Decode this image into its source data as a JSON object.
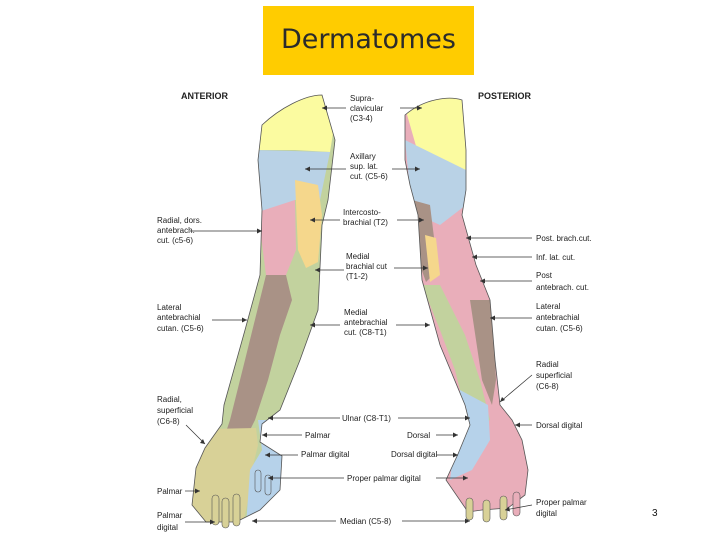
{
  "title": "Dermatomes",
  "page_number": "3",
  "headers": {
    "anterior": "ANTERIOR",
    "posterior": "POSTERIOR"
  },
  "colors": {
    "title_bg": "#FFCC00",
    "supraclavicular": "#FBFBA0",
    "axillary": "#B9D2E6",
    "intercostobrachial": "#F5D78C",
    "medial": "#C2D29E",
    "lateral": "#A99286",
    "posterior_pink": "#E9AEBA",
    "median": "#D8D197",
    "ulnar": "#B6D2EA"
  },
  "labels": {
    "supraclavicular": [
      "Supra-",
      "clavicular",
      "(C3-4)"
    ],
    "axillary": [
      "Axillary",
      "sup. lat.",
      "cut. (C5-6)"
    ],
    "intercostobrachial": [
      "Intercosto-",
      "brachial (T2)"
    ],
    "medial_brachial": [
      "Medial",
      "brachial cut",
      "(T1-2)"
    ],
    "medial_antebrachial": [
      "Medial",
      "antebrachial",
      "cut. (C8-T1)"
    ],
    "ulnar": [
      "Ulnar (C8-T1)"
    ],
    "radial_dors": [
      "Radial, dors.",
      "antebrach.",
      "cut. (c5-6)"
    ],
    "lateral_left": [
      "Lateral",
      "antebrachial",
      "cutan. (C5-6)"
    ],
    "radial_superficial_left": [
      "Radial,",
      "superficial",
      "(C6-8)"
    ],
    "palmar_left": [
      "Palmar"
    ],
    "palmar_digital_left": [
      "Palmar",
      "digital"
    ],
    "palmar_mid": [
      "Palmar"
    ],
    "palmar_digital_mid": [
      "Palmar digital"
    ],
    "dorsal_mid": [
      "Dorsal"
    ],
    "dorsal_digital_mid": [
      "Dorsal digital"
    ],
    "proper_palmar_digital_mid": [
      "Proper palmar digital"
    ],
    "median": [
      "Median (C5-8)"
    ],
    "post_brach": [
      "Post. brach.cut."
    ],
    "inf_lat": [
      "Inf. lat. cut."
    ],
    "post_antebrach": [
      "Post",
      "antebrach. cut."
    ],
    "lateral_right": [
      "Lateral",
      "antebrachial",
      "cutan. (C5-6)"
    ],
    "radial_superficial_right": [
      "Radial",
      "superficial",
      "(C6-8)"
    ],
    "dorsal_digital_right": [
      "Dorsal digital"
    ],
    "proper_palmar_digital_right": [
      "Proper palmar",
      "digital"
    ]
  }
}
